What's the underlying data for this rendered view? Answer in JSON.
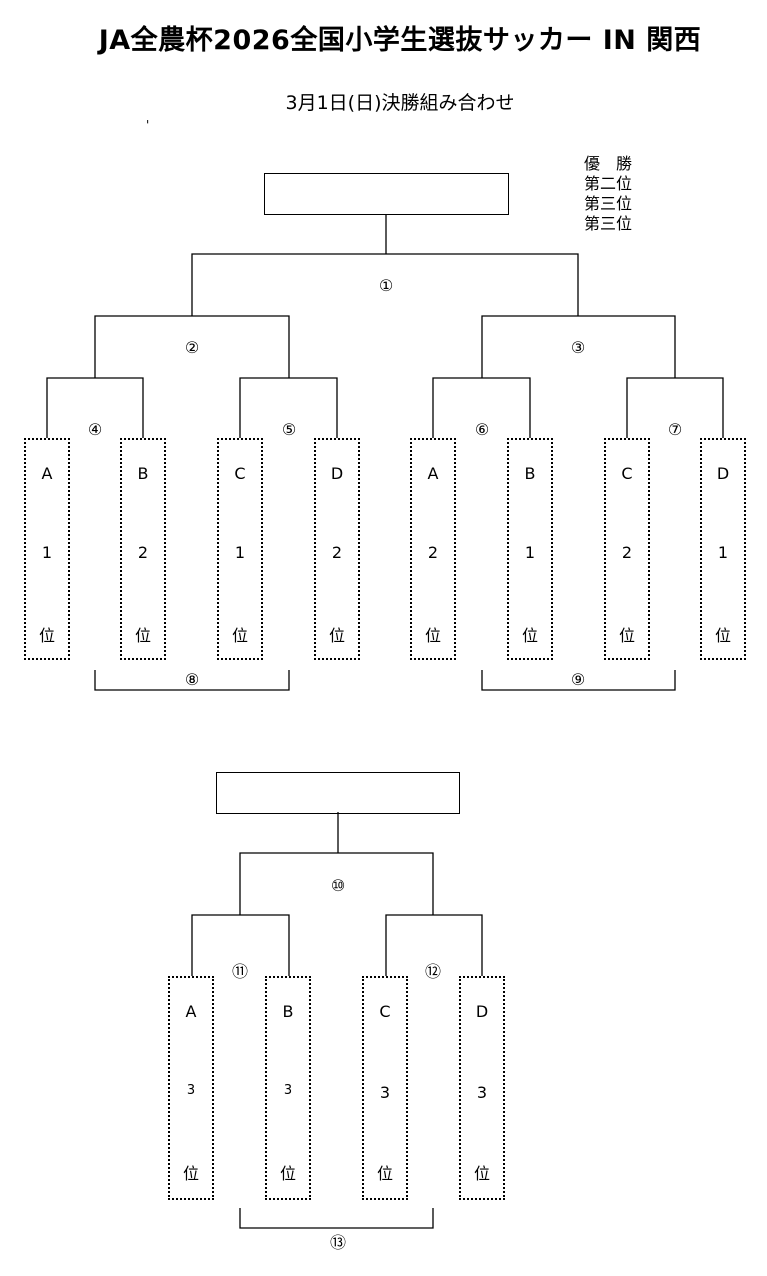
{
  "header": {
    "title": "JA全農杯2026全国小学生選抜サッカー IN 関西",
    "subtitle": "3月1日(日)決勝組み合わせ",
    "stray_mark": "'"
  },
  "legend": [
    "優　勝",
    "第二位",
    "第三位",
    "第三位"
  ],
  "bracket_upper": {
    "match_labels": [
      "①",
      "②",
      "③",
      "④",
      "⑤",
      "⑥",
      "⑦",
      "⑧",
      "⑨"
    ],
    "teams": [
      {
        "group": "A",
        "rank": "1",
        "suffix": "位"
      },
      {
        "group": "B",
        "rank": "2",
        "suffix": "位"
      },
      {
        "group": "C",
        "rank": "1",
        "suffix": "位"
      },
      {
        "group": "D",
        "rank": "2",
        "suffix": "位"
      },
      {
        "group": "A",
        "rank": "2",
        "suffix": "位"
      },
      {
        "group": "B",
        "rank": "1",
        "suffix": "位"
      },
      {
        "group": "C",
        "rank": "2",
        "suffix": "位"
      },
      {
        "group": "D",
        "rank": "1",
        "suffix": "位"
      }
    ]
  },
  "bracket_lower": {
    "match_labels": [
      "⑩",
      "⑪",
      "⑫",
      "⑬"
    ],
    "teams": [
      {
        "group": "A",
        "rank": "3",
        "suffix": "位"
      },
      {
        "group": "B",
        "rank": "3",
        "suffix": "位"
      },
      {
        "group": "C",
        "rank": "3",
        "suffix": "位"
      },
      {
        "group": "D",
        "rank": "3",
        "suffix": "位"
      }
    ]
  }
}
